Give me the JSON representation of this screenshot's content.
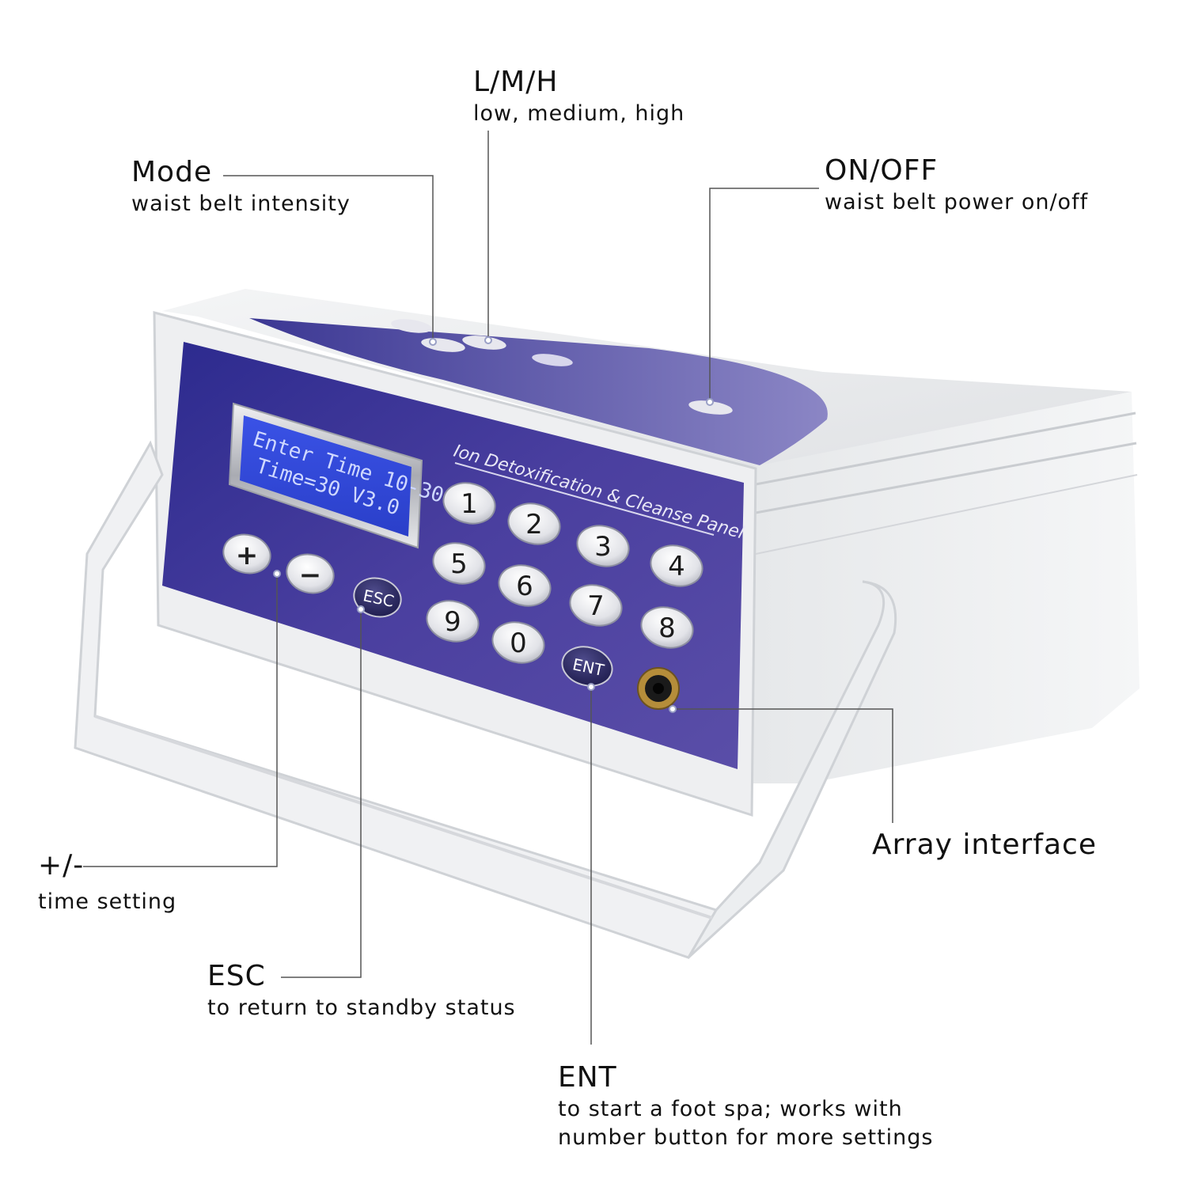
{
  "annotations": {
    "lmh": {
      "title": "L/M/H",
      "subtitle": "low, medium, high"
    },
    "mode": {
      "title": "Mode",
      "subtitle": "waist belt intensity"
    },
    "onoff": {
      "title": "ON/OFF",
      "subtitle": "waist belt power on/off"
    },
    "array": {
      "title": "Array interface"
    },
    "plus_minus": {
      "title": "+/-",
      "subtitle": "time setting"
    },
    "esc": {
      "title": "ESC",
      "subtitle": "to return to standby status"
    },
    "ent": {
      "title": "ENT",
      "subtitle_line1": "to start a foot spa; works with",
      "subtitle_line2": "number button for more settings"
    }
  },
  "device": {
    "lcd_line1": "Enter Time 10-30",
    "lcd_line2": "Time=30   V3.0",
    "panel_caption": "Ion Detoxification & Cleanse Panel",
    "keys": [
      "1",
      "2",
      "3",
      "4",
      "5",
      "6",
      "7",
      "8",
      "9",
      "0"
    ],
    "plus_label": "+",
    "minus_label": "−",
    "esc_label": "ESC",
    "ent_label": "ENT"
  },
  "colors": {
    "panel": "#4a3f9f",
    "lcd": "#2f46d8",
    "lcd_text": "#cfd8ff",
    "body": "#eceef0"
  }
}
